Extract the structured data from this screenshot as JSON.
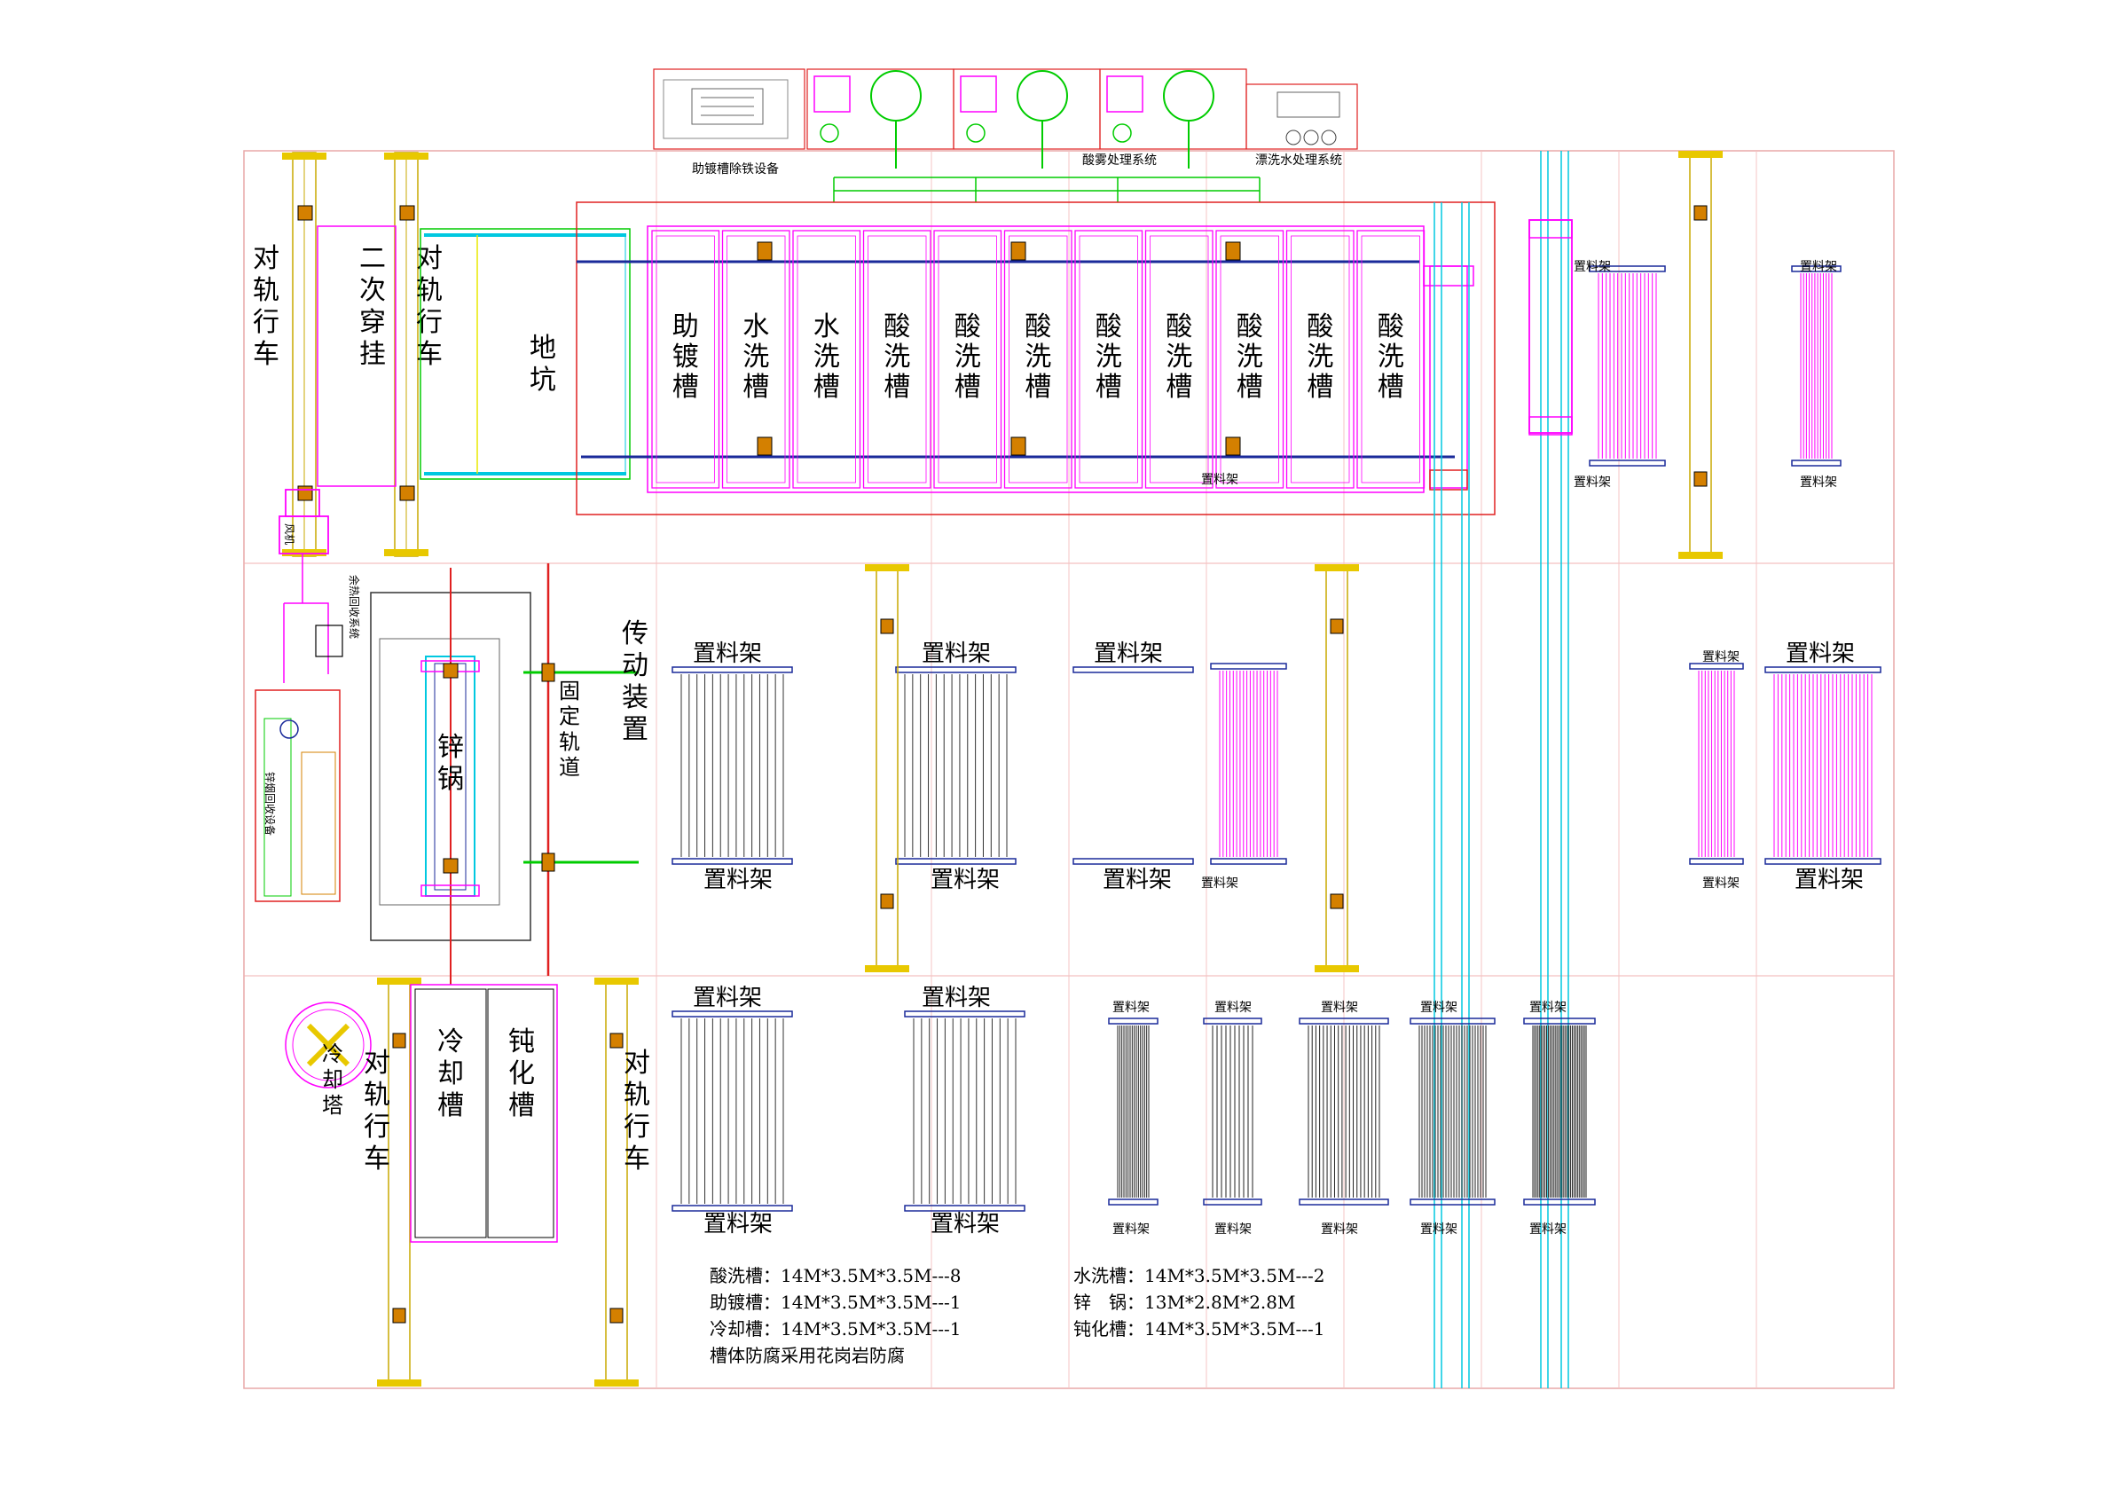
{
  "top_equipment": {
    "flux_iron_removal": "助镀槽除铁设备",
    "acid_mist_treatment": "酸雾处理系统",
    "rinse_water_treatment": "漂洗水处理系统"
  },
  "cranes": {
    "left_top": "对轨行车",
    "second_hang": "二次穿挂",
    "mid_top": "对轨行车",
    "bottom_left": "对轨行车",
    "bottom_mid": "对轨行车"
  },
  "pit": "地坑",
  "tanks": [
    {
      "label": "助镀槽"
    },
    {
      "label": "水洗槽"
    },
    {
      "label": "水洗槽"
    },
    {
      "label": "酸洗槽"
    },
    {
      "label": "酸洗槽"
    },
    {
      "label": "酸洗槽"
    },
    {
      "label": "酸洗槽"
    },
    {
      "label": "酸洗槽"
    },
    {
      "label": "酸洗槽"
    },
    {
      "label": "酸洗槽"
    },
    {
      "label": "酸洗槽"
    }
  ],
  "zinc_pot": "锌锅",
  "fixed_track": "固定轨道",
  "transmission": "传动装置",
  "rack_label": "置料架",
  "cooling_tank": "冷却槽",
  "passivation_tank": "钝化槽",
  "cooling_tower": "冷却塔",
  "small_labels": {
    "waste_heat": "余热回收系统",
    "zinc_fume": "锌烟回收设备",
    "fan": "风机"
  },
  "spec_notes": {
    "left": [
      "酸洗槽：14M*3.5M*3.5M---8",
      "助镀槽：14M*3.5M*3.5M---1",
      "冷却槽：14M*3.5M*3.5M---1",
      "槽体防腐采用花岗岩防腐"
    ],
    "right": [
      "水洗槽：14M*3.5M*3.5M---2",
      "锌　锅：13M*2.8M*2.8M",
      "钝化槽：14M*3.5M*3.5M---1"
    ]
  },
  "colors": {
    "magenta": "#ff00ff",
    "pink_grid": "#f2a0a0",
    "red": "#e02020",
    "green": "#00cc00",
    "cyan": "#00c8e0",
    "blue": "#1a2a9a",
    "yellow": "#e8c800",
    "orange": "#d48000"
  }
}
